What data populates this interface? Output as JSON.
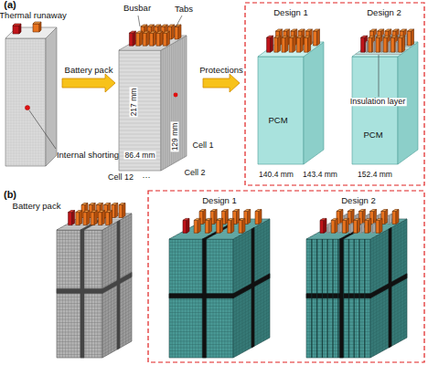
{
  "diagram": {
    "labels": [
      "(a)",
      "Thermal runaway",
      "Busbar",
      "Tabs",
      "Battery pack",
      "Protections",
      "Internal shorting",
      "217 mm",
      "86.4 mm",
      "129 mm",
      "Cell 12",
      "···",
      "Cell 2",
      "Cell 1",
      "Design 1",
      "Design 2",
      "PCM",
      "PCM",
      "Insulation layer",
      "140.4 mm",
      "143.4 mm",
      "152.4 mm",
      "(b)",
      "Battery pack",
      "Design 1",
      "Design 2"
    ]
  }
}
